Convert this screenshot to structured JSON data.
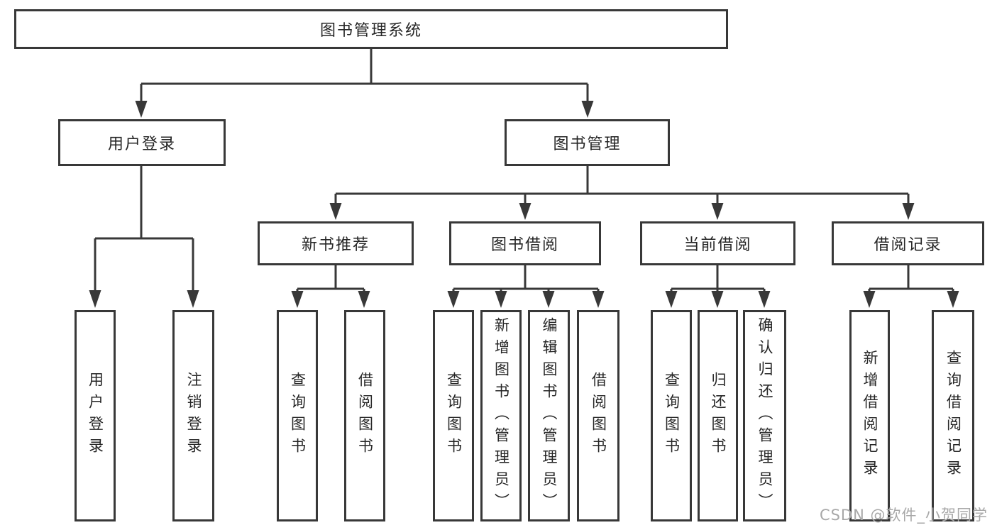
{
  "diagram": {
    "title": "图书管理系统",
    "branches": [
      {
        "label": "用户登录",
        "leaves": [
          {
            "label": "用户登录"
          },
          {
            "label": "注销登录"
          }
        ]
      },
      {
        "label": "图书管理",
        "children": [
          {
            "label": "新书推荐",
            "leaves": [
              {
                "label": "查询图书"
              },
              {
                "label": "借阅图书"
              }
            ]
          },
          {
            "label": "图书借阅",
            "leaves": [
              {
                "label": "查询图书"
              },
              {
                "label": "新增图书（管理员）"
              },
              {
                "label": "编辑图书（管理员）"
              },
              {
                "label": "借阅图书"
              }
            ]
          },
          {
            "label": "当前借阅",
            "leaves": [
              {
                "label": "查询图书"
              },
              {
                "label": "归还图书"
              },
              {
                "label": "确认归还（管理员）"
              }
            ]
          },
          {
            "label": "借阅记录",
            "leaves": [
              {
                "label": "新增借阅记录"
              },
              {
                "label": "查询借阅记录"
              }
            ]
          }
        ]
      }
    ]
  },
  "watermark": {
    "text": "CSDN @软件_小贺同学"
  },
  "colors": {
    "line": "#383838",
    "node_border": "#383838",
    "node_text": "#262626",
    "watermark": "#a8a8a8",
    "background": "#ffffff"
  }
}
